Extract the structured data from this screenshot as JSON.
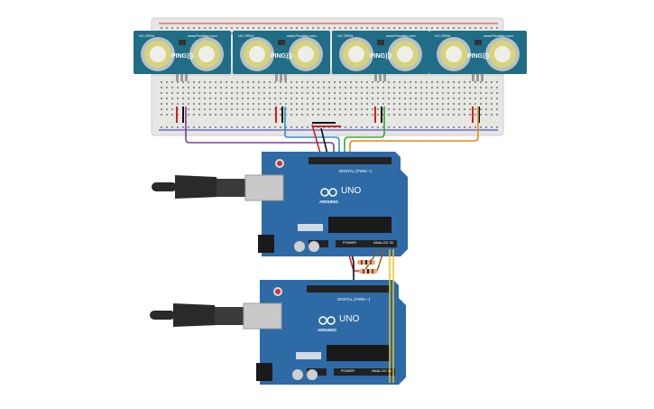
{
  "sensors": [
    {
      "model": "PING)))",
      "tag": "www.Parallax.com",
      "corner": "HC-SR04"
    },
    {
      "model": "PING)))",
      "tag": "www.Parallax.com",
      "corner": "HC-SR04"
    },
    {
      "model": "PING)))",
      "tag": "www.Parallax.com",
      "corner": "HC-SR04"
    },
    {
      "model": "PING)))",
      "tag": "www.Parallax.com",
      "corner": "HC-SR04"
    }
  ],
  "boards": [
    {
      "brand": "ARDUINO",
      "model": "UNO",
      "digital_label": "DIGITAL (PWM ~)",
      "power_label": "POWER",
      "analog_label": "ANALOG IN"
    },
    {
      "brand": "ARDUINO",
      "model": "UNO",
      "digital_label": "DIGITAL (PWM ~)",
      "power_label": "POWER",
      "analog_label": "ANALOG IN"
    }
  ],
  "colors": {
    "breadboard": "#e6e6e2",
    "sensor_pcb": "#1f6d86",
    "arduino_pcb": "#2d6aa6",
    "wire_purple": "#7a3b9e",
    "wire_blue": "#2a8fd6",
    "wire_green": "#3aa63a",
    "wire_orange": "#e8891c",
    "wire_red": "#d32020",
    "wire_black": "#111111",
    "wire_yellow": "#f2c21a",
    "wire_brown": "#9b5a1e"
  },
  "icons": [
    "usb-cable-icon",
    "reset-button-icon",
    "arduino-infinity-logo-icon",
    "ultrasonic-transducer-icon",
    "resistor-icon"
  ]
}
